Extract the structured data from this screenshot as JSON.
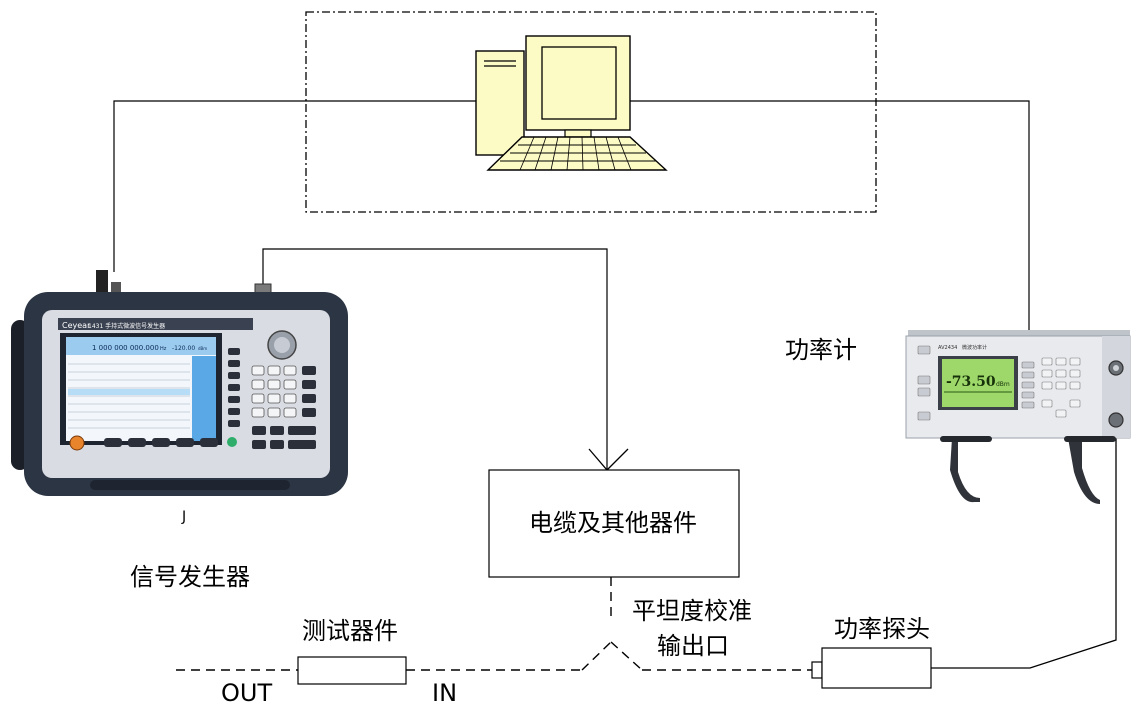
{
  "labels": {
    "signal_generator": "信号发生器",
    "power_meter": "功率计",
    "cable_box": "电缆及其他器件",
    "dut": "测试器件",
    "flatness_line1": "平坦度校准",
    "flatness_line2": "输出口",
    "power_probe": "功率探头",
    "out": "OUT",
    "in": "IN",
    "stray_mark": "J"
  },
  "signal_generator_screen": {
    "brand": "Ceyear",
    "model_text": "1431 手持式微波信号发生器",
    "frequency": "1 000 000 000.000",
    "frequency_unit": "Hz",
    "amplitude": "-120.00",
    "amplitude_unit": "dBm"
  },
  "power_meter_screen": {
    "model": "AV2434",
    "name": "微波功率计",
    "reading": "-73.50",
    "unit": "dBm"
  },
  "colors": {
    "computer_fill": "#fdfbc5",
    "line": "#000000",
    "sg_screen": "#5aa9e6",
    "pm_screen": "#9ed86a",
    "sg_body": "#2c3544",
    "pm_body": "#e9eaee"
  }
}
